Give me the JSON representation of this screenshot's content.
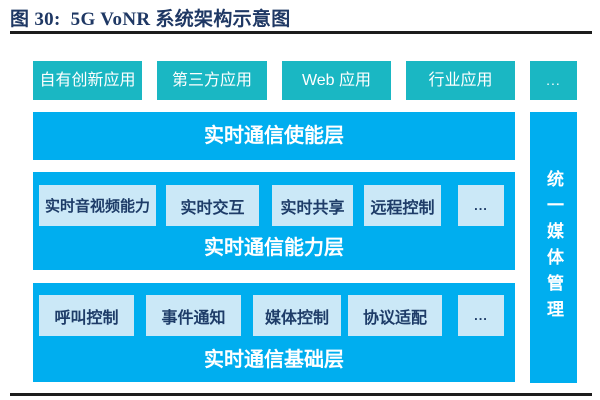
{
  "figure": {
    "title": "图 30:  5G VoNR 系统架构示意图"
  },
  "colors": {
    "teal_box": "#1AB7C3",
    "blue_box": "#00AEEF",
    "light_inner_box": "#CBE8F7",
    "navy_text": "#1E3C68",
    "title_text": "#1F3864",
    "rule_line": "#1C1C1C"
  },
  "app_row": {
    "items": [
      {
        "label": "自有创新应用"
      },
      {
        "label": "第三方应用"
      },
      {
        "label": "Web 应用"
      },
      {
        "label": "行业应用"
      },
      {
        "label": "..."
      }
    ]
  },
  "enable_layer": {
    "label": "实时通信使能层"
  },
  "capability_layer": {
    "label": "实时通信能力层",
    "items": [
      {
        "label": "实时音视频能力"
      },
      {
        "label": "实时交互"
      },
      {
        "label": "实时共享"
      },
      {
        "label": "远程控制"
      },
      {
        "label": "..."
      }
    ]
  },
  "base_layer": {
    "label": "实时通信基础层",
    "items": [
      {
        "label": "呼叫控制"
      },
      {
        "label": "事件通知"
      },
      {
        "label": "媒体控制"
      },
      {
        "label": "协议适配"
      },
      {
        "label": "..."
      }
    ]
  },
  "sidebar": {
    "label": "统一媒体管理"
  }
}
